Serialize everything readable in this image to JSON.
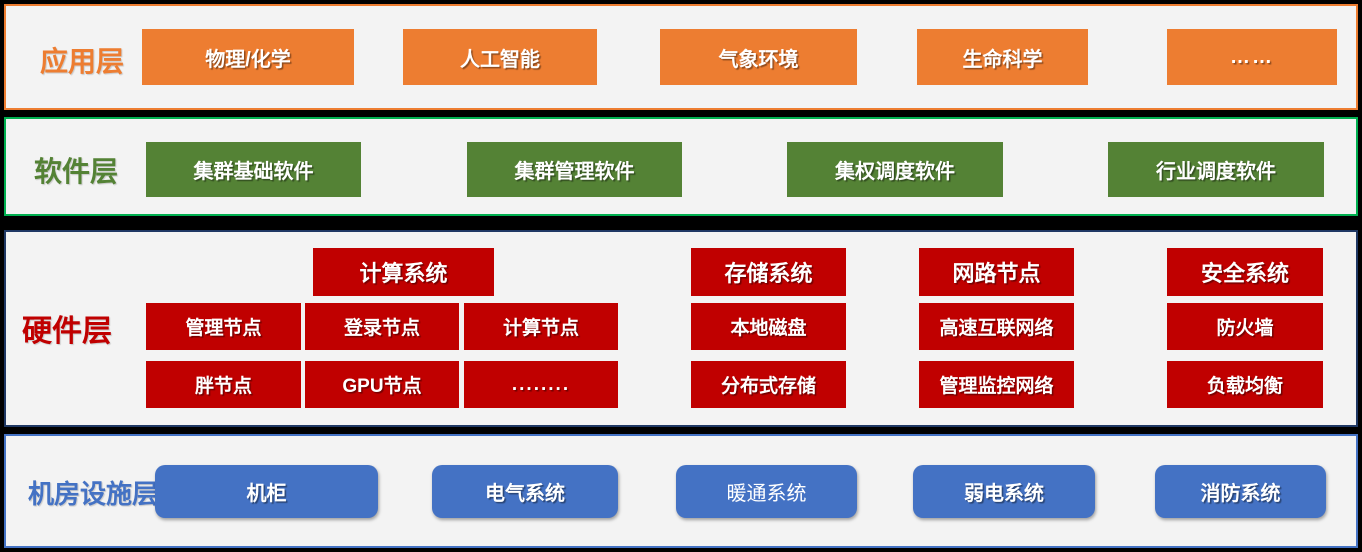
{
  "palette": {
    "background": "#000000",
    "panel_bg": "#F3F3F3",
    "app_orange": "#ED7D31",
    "software_green_box": "#548235",
    "software_green_border": "#00B050",
    "hardware_red": "#C00000",
    "hardware_border_navy": "#1F3864",
    "facility_blue": "#4472C4",
    "box_text": "#FFFFFF"
  },
  "layers": {
    "app": {
      "label": "应用层",
      "boxes": [
        "物理/化学",
        "人工智能",
        "气象环境",
        "生命科学",
        "……"
      ]
    },
    "software": {
      "label": "软件层",
      "boxes": [
        "集群基础软件",
        "集群管理软件",
        "集权调度软件",
        "行业调度软件"
      ]
    },
    "hardware": {
      "label": "硬件层",
      "compute": {
        "header": "计算系统",
        "row1": [
          "管理节点",
          "登录节点",
          "计算节点"
        ],
        "row2": [
          "胖节点",
          "GPU节点",
          "........"
        ]
      },
      "storage": {
        "header": "存储系统",
        "items": [
          "本地磁盘",
          "分布式存储"
        ]
      },
      "network": {
        "header": "网路节点",
        "items": [
          "高速互联网络",
          "管理监控网络"
        ]
      },
      "security": {
        "header": "安全系统",
        "items": [
          "防火墙",
          "负载均衡"
        ]
      }
    },
    "facility": {
      "label": "机房设施层",
      "boxes": [
        "机柜",
        "电气系统",
        "暖通系统",
        "弱电系统",
        "消防系统"
      ]
    }
  }
}
